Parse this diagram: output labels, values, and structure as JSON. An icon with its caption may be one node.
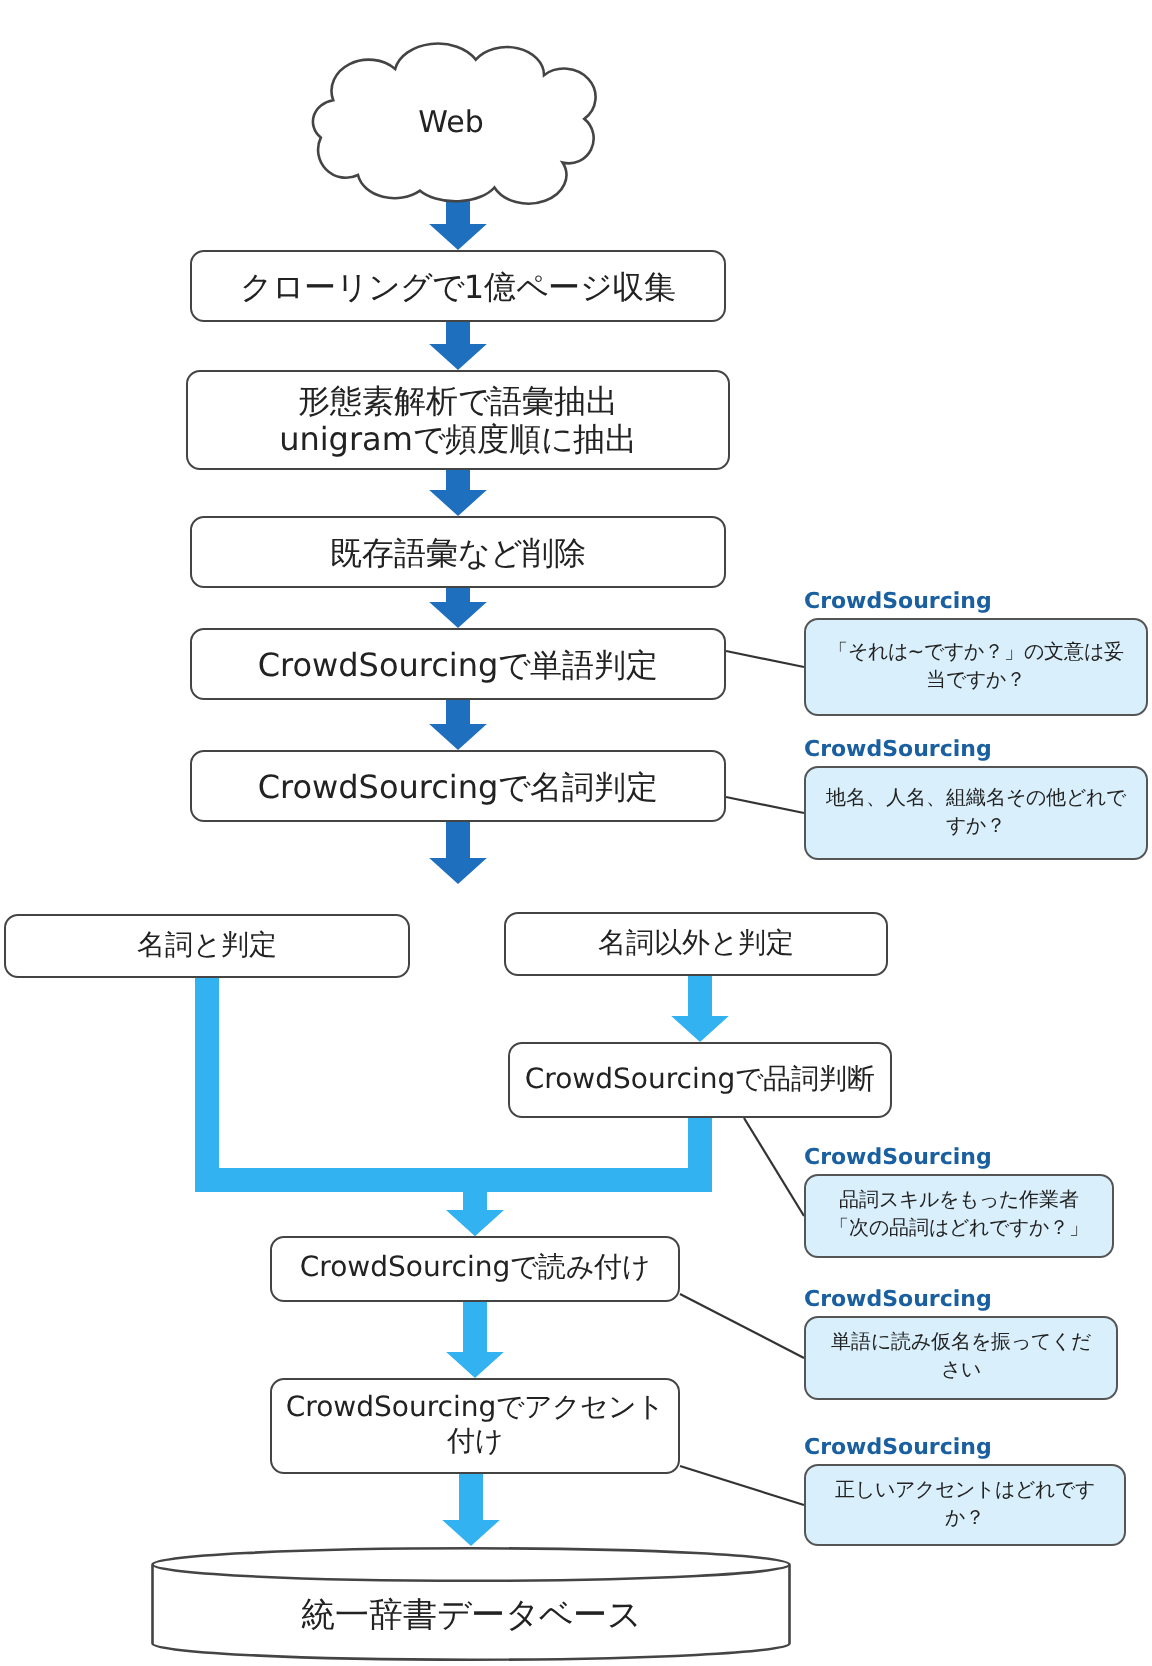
{
  "diagram": {
    "nodes": [
      {
        "text": [
          "Web"
        ]
      },
      {
        "text": [
          "クローリングで1億ページ収集"
        ]
      },
      {
        "text": [
          "形態素解析で語彙抽出",
          "unigramで頻度順に抽出"
        ]
      },
      {
        "text": [
          "既存語彙など削除"
        ]
      },
      {
        "text": [
          "CrowdSourcingで単語判定"
        ]
      },
      {
        "text": [
          "CrowdSourcingで名詞判定"
        ]
      },
      {
        "text": [
          "名詞と判定"
        ]
      },
      {
        "text": [
          "名詞以外と判定"
        ]
      },
      {
        "text": [
          "CrowdSourcingで品詞判断"
        ]
      },
      {
        "text": [
          "CrowdSourcingで読み付け"
        ]
      },
      {
        "text": [
          "CrowdSourcingでアクセント付け"
        ]
      },
      {
        "text": [
          "統一辞書データベース"
        ]
      },
      {
        "text": [
          "CrowdSourcing",
          "「それは~ですか？」の文意は妥当ですか？"
        ]
      },
      {
        "text": [
          "CrowdSourcing",
          "地名、人名、組織名その他どれですか？"
        ]
      },
      {
        "text": [
          "CrowdSourcing",
          "品詞スキルをもった作業者「次の品詞はどれですか？」"
        ]
      },
      {
        "text": [
          "CrowdSourcing",
          "単語に読み仮名を振ってください"
        ]
      },
      {
        "text": [
          "CrowdSourcing",
          "正しいアクセントはどれですか？"
        ]
      }
    ],
    "edges": [
      {
        "from": 0,
        "to": 1,
        "arrow": "to",
        "color": "#1f6fbf"
      },
      {
        "from": 1,
        "to": 2,
        "arrow": "to",
        "color": "#1f6fbf"
      },
      {
        "from": 2,
        "to": 3,
        "arrow": "to",
        "color": "#1f6fbf"
      },
      {
        "from": 3,
        "to": 4,
        "arrow": "to",
        "color": "#1f6fbf"
      },
      {
        "from": 4,
        "to": 5,
        "arrow": "to",
        "color": "#1f6fbf"
      },
      {
        "from": 5,
        "to": 6,
        "arrow": "to",
        "color": "#1f6fbf"
      },
      {
        "from": 5,
        "to": 7,
        "arrow": "to",
        "color": "#1f6fbf"
      },
      {
        "from": 7,
        "to": 8,
        "arrow": "to",
        "color": "#33b2f2"
      },
      {
        "from": 6,
        "to": 9,
        "arrow": "to",
        "color": "#33b2f2"
      },
      {
        "from": 8,
        "to": 9,
        "arrow": "to",
        "color": "#33b2f2"
      },
      {
        "from": 9,
        "to": 10,
        "arrow": "to",
        "color": "#33b2f2"
      },
      {
        "from": 10,
        "to": 11,
        "arrow": "to",
        "color": "#33b2f2"
      },
      {
        "from": 12,
        "to": 4,
        "arrow": "none",
        "color": "#333333"
      },
      {
        "from": 13,
        "to": 5,
        "arrow": "none",
        "color": "#333333"
      },
      {
        "from": 14,
        "to": 8,
        "arrow": "none",
        "color": "#333333"
      },
      {
        "from": 15,
        "to": 9,
        "arrow": "none",
        "color": "#333333"
      },
      {
        "from": 16,
        "to": 10,
        "arrow": "none",
        "color": "#333333"
      }
    ]
  }
}
